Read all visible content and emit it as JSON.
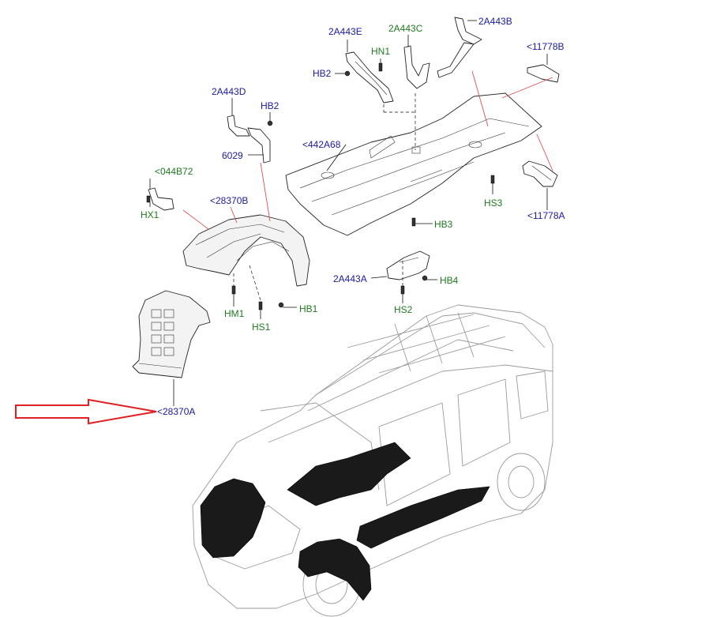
{
  "labels": {
    "a2A443E": "2A443E",
    "a2A443C": "2A443C",
    "a2A443B": "2A443B",
    "hn1": "HN1",
    "hb2_top": "HB2",
    "c11778B": "<11778B",
    "a2A443D": "2A443D",
    "hb2_left": "HB2",
    "c442A68": "<442A68",
    "p6029": "6029",
    "c044B72": "<044B72",
    "hx1": "HX1",
    "c28370B": "<28370B",
    "hs3": "HS3",
    "c11778A": "<11778A",
    "hb3": "HB3",
    "a2A443A": "2A443A",
    "hb4": "HB4",
    "hm1": "HM1",
    "hb1": "HB1",
    "hs2": "HS2",
    "hs1": "HS1",
    "c28370A": "<28370A"
  },
  "colors": {
    "part_number": "#1a1aa0",
    "fastener": "#1f7a1f",
    "highlight_arrow": "#e02020",
    "leader_red": "#e05050"
  }
}
